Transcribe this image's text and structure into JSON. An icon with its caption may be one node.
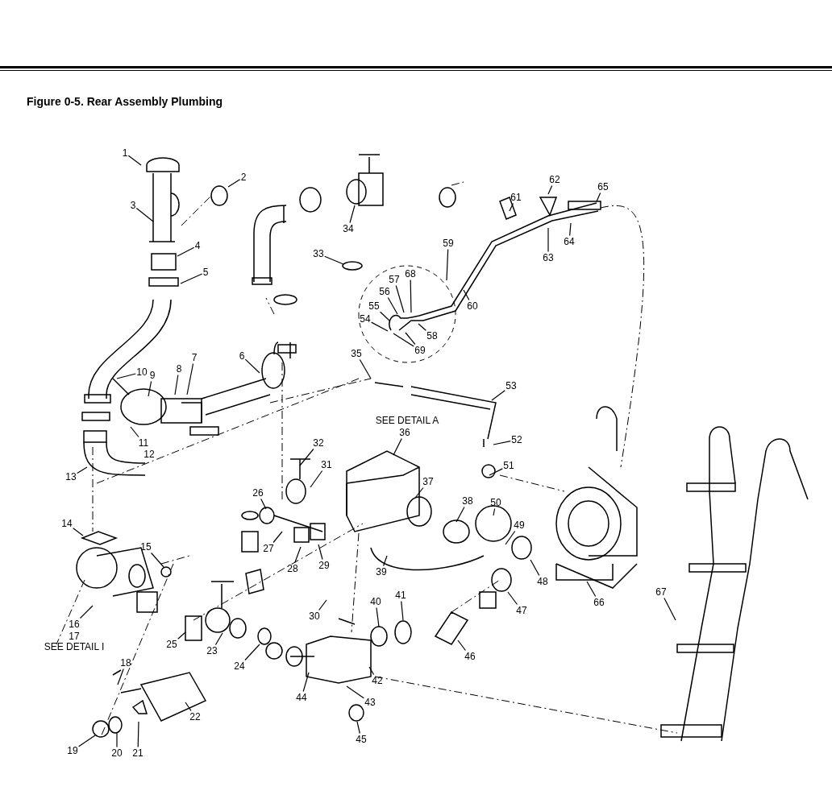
{
  "diagram": {
    "title": "Figure 0-5.  Rear Assembly Plumbing",
    "nodes": [
      {
        "text": [
          "1"
        ]
      },
      {
        "text": [
          "2"
        ]
      },
      {
        "text": [
          "3"
        ]
      },
      {
        "text": [
          "4"
        ]
      },
      {
        "text": [
          "5"
        ]
      },
      {
        "text": [
          "6"
        ]
      },
      {
        "text": [
          "7"
        ]
      },
      {
        "text": [
          "8"
        ]
      },
      {
        "text": [
          "9"
        ]
      },
      {
        "text": [
          "10"
        ]
      },
      {
        "text": [
          "11"
        ]
      },
      {
        "text": [
          "13"
        ]
      },
      {
        "text": [
          "14"
        ]
      },
      {
        "text": [
          "15"
        ]
      },
      {
        "text": [
          "16"
        ]
      },
      {
        "text": [
          "18"
        ]
      },
      {
        "text": [
          "19"
        ]
      },
      {
        "text": [
          "20"
        ]
      },
      {
        "text": [
          "21"
        ]
      },
      {
        "text": [
          "22"
        ]
      },
      {
        "text": [
          "23"
        ]
      },
      {
        "text": [
          "24"
        ]
      },
      {
        "text": [
          "25"
        ]
      },
      {
        "text": [
          "26"
        ]
      },
      {
        "text": [
          "27"
        ]
      },
      {
        "text": [
          "28"
        ]
      },
      {
        "text": [
          "29"
        ]
      },
      {
        "text": [
          "30"
        ]
      },
      {
        "text": [
          "31"
        ]
      },
      {
        "text": [
          "32"
        ]
      },
      {
        "text": [
          "33"
        ]
      },
      {
        "text": [
          "34"
        ]
      },
      {
        "text": [
          "35"
        ]
      },
      {
        "text": [
          "36"
        ]
      },
      {
        "text": [
          "37"
        ]
      },
      {
        "text": [
          "38"
        ]
      },
      {
        "text": [
          "39"
        ]
      },
      {
        "text": [
          "40"
        ]
      },
      {
        "text": [
          "41"
        ]
      },
      {
        "text": [
          "42"
        ]
      },
      {
        "text": [
          "43"
        ]
      },
      {
        "text": [
          "44"
        ]
      },
      {
        "text": [
          "45"
        ]
      },
      {
        "text": [
          "46"
        ]
      },
      {
        "text": [
          "47"
        ]
      },
      {
        "text": [
          "48"
        ]
      },
      {
        "text": [
          "49"
        ]
      },
      {
        "text": [
          "50"
        ]
      },
      {
        "text": [
          "51"
        ]
      },
      {
        "text": [
          "52"
        ]
      },
      {
        "text": [
          "53"
        ]
      },
      {
        "text": [
          "54"
        ]
      },
      {
        "text": [
          "55"
        ]
      },
      {
        "text": [
          "56"
        ]
      },
      {
        "text": [
          "57"
        ]
      },
      {
        "text": [
          "58"
        ]
      },
      {
        "text": [
          "59"
        ]
      },
      {
        "text": [
          "60"
        ]
      },
      {
        "text": [
          "61"
        ]
      },
      {
        "text": [
          "62"
        ]
      },
      {
        "text": [
          "63"
        ]
      },
      {
        "text": [
          "64"
        ]
      },
      {
        "text": [
          "65"
        ]
      },
      {
        "text": [
          "66"
        ]
      },
      {
        "text": [
          "67"
        ]
      },
      {
        "text": [
          "68"
        ]
      },
      {
        "text": [
          "69"
        ]
      }
    ],
    "edges": [
      {
        "from": 0,
        "to": null,
        "arrow": "none"
      },
      {
        "from": 1,
        "to": null,
        "arrow": "none"
      },
      {
        "from": 2,
        "to": null,
        "arrow": "none"
      },
      {
        "from": 3,
        "to": null,
        "arrow": "none"
      },
      {
        "from": 4,
        "to": null,
        "arrow": "none"
      },
      {
        "from": 5,
        "to": null,
        "arrow": "none"
      },
      {
        "from": 6,
        "to": null,
        "arrow": "none"
      },
      {
        "from": 7,
        "to": null,
        "arrow": "none"
      },
      {
        "from": 8,
        "to": null,
        "arrow": "none"
      },
      {
        "from": 9,
        "to": null,
        "arrow": "none"
      },
      {
        "from": 10,
        "to": null,
        "arrow": "none"
      },
      {
        "from": 11,
        "to": null,
        "arrow": "none"
      },
      {
        "from": 12,
        "to": null,
        "arrow": "none"
      },
      {
        "from": 13,
        "to": null,
        "arrow": "none"
      },
      {
        "from": 14,
        "to": null,
        "arrow": "none"
      },
      {
        "from": 15,
        "to": null,
        "arrow": "none"
      },
      {
        "from": 16,
        "to": null,
        "arrow": "none"
      },
      {
        "from": 17,
        "to": null,
        "arrow": "none"
      },
      {
        "from": 18,
        "to": null,
        "arrow": "none"
      },
      {
        "from": 19,
        "to": null,
        "arrow": "none"
      },
      {
        "from": 20,
        "to": null,
        "arrow": "none"
      },
      {
        "from": 21,
        "to": null,
        "arrow": "none"
      },
      {
        "from": 22,
        "to": null,
        "arrow": "none"
      },
      {
        "from": 23,
        "to": null,
        "arrow": "none"
      },
      {
        "from": 24,
        "to": null,
        "arrow": "none"
      },
      {
        "from": 25,
        "to": null,
        "arrow": "none"
      },
      {
        "from": 26,
        "to": null,
        "arrow": "none"
      },
      {
        "from": 27,
        "to": null,
        "arrow": "none"
      },
      {
        "from": 28,
        "to": null,
        "arrow": "none"
      },
      {
        "from": 29,
        "to": null,
        "arrow": "none"
      },
      {
        "from": 30,
        "to": null,
        "arrow": "none"
      },
      {
        "from": 31,
        "to": null,
        "arrow": "none"
      },
      {
        "from": 32,
        "to": null,
        "arrow": "none"
      },
      {
        "from": 33,
        "to": null,
        "arrow": "none"
      },
      {
        "from": 34,
        "to": null,
        "arrow": "none"
      },
      {
        "from": 35,
        "to": null,
        "arrow": "none"
      },
      {
        "from": 36,
        "to": null,
        "arrow": "none"
      },
      {
        "from": 37,
        "to": null,
        "arrow": "none"
      },
      {
        "from": 38,
        "to": null,
        "arrow": "none"
      },
      {
        "from": 39,
        "to": null,
        "arrow": "none"
      },
      {
        "from": 40,
        "to": null,
        "arrow": "none"
      },
      {
        "from": 41,
        "to": null,
        "arrow": "none"
      },
      {
        "from": 42,
        "to": null,
        "arrow": "none"
      },
      {
        "from": 43,
        "to": null,
        "arrow": "none"
      },
      {
        "from": 44,
        "to": null,
        "arrow": "none"
      },
      {
        "from": 45,
        "to": null,
        "arrow": "none"
      },
      {
        "from": 46,
        "to": null,
        "arrow": "none"
      },
      {
        "from": 47,
        "to": null,
        "arrow": "none"
      },
      {
        "from": 48,
        "to": null,
        "arrow": "none"
      },
      {
        "from": 49,
        "to": null,
        "arrow": "none"
      },
      {
        "from": 50,
        "to": null,
        "arrow": "none"
      },
      {
        "from": 51,
        "to": null,
        "arrow": "none"
      },
      {
        "from": 52,
        "to": null,
        "arrow": "none"
      },
      {
        "from": 53,
        "to": null,
        "arrow": "none"
      },
      {
        "from": 54,
        "to": null,
        "arrow": "none"
      },
      {
        "from": 55,
        "to": null,
        "arrow": "none"
      },
      {
        "from": 56,
        "to": null,
        "arrow": "none"
      },
      {
        "from": 57,
        "to": null,
        "arrow": "none"
      },
      {
        "from": 58,
        "to": null,
        "arrow": "none"
      },
      {
        "from": 59,
        "to": null,
        "arrow": "none"
      },
      {
        "from": 60,
        "to": null,
        "arrow": "none"
      },
      {
        "from": 61,
        "to": null,
        "arrow": "none"
      },
      {
        "from": 62,
        "to": null,
        "arrow": "none"
      },
      {
        "from": 63,
        "to": null,
        "arrow": "none"
      },
      {
        "from": 64,
        "to": null,
        "arrow": "none"
      },
      {
        "from": 65,
        "to": null,
        "arrow": "none"
      },
      {
        "from": 66,
        "to": null,
        "arrow": "none"
      },
      {
        "from": 66,
        "to": null,
        "arrow": "none"
      }
    ],
    "labels": [
      "SEE DETAIL A",
      "12",
      "17",
      "SEE DETAIL I"
    ]
  }
}
